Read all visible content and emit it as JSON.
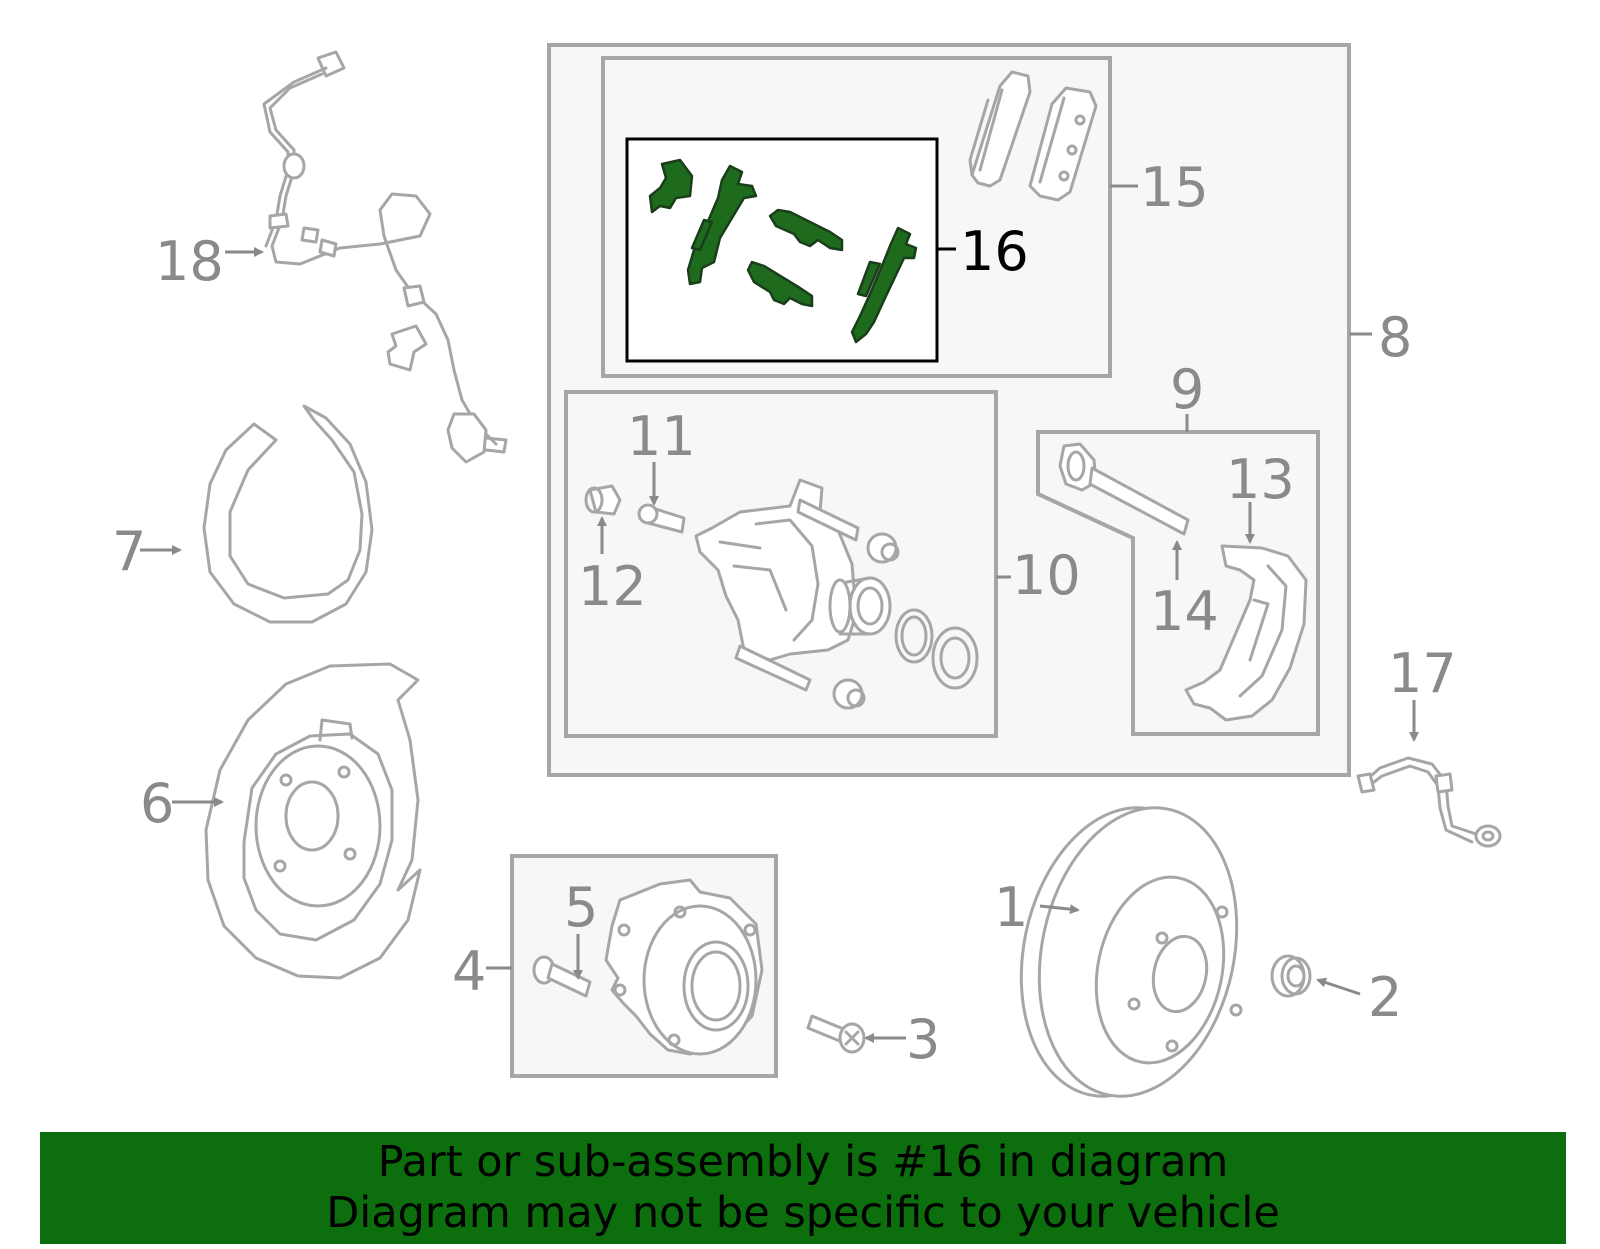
{
  "callouts": {
    "c1": "1",
    "c2": "2",
    "c3": "3",
    "c4": "4",
    "c5": "5",
    "c6": "6",
    "c7": "7",
    "c8": "8",
    "c9": "9",
    "c10": "10",
    "c11": "11",
    "c12": "12",
    "c13": "13",
    "c14": "14",
    "c15": "15",
    "c16": "16",
    "c17": "17",
    "c18": "18"
  },
  "highlight_part": "16",
  "banner": {
    "line1": "Part or sub-assembly is #16 in diagram",
    "line2": "Diagram may not be specific to your vehicle"
  },
  "colors": {
    "highlight_fill": "#1e6b1e",
    "banner_background": "#0c6e0c",
    "part_stroke": "#a6a6a6",
    "label_gray": "#8a8a8a"
  }
}
